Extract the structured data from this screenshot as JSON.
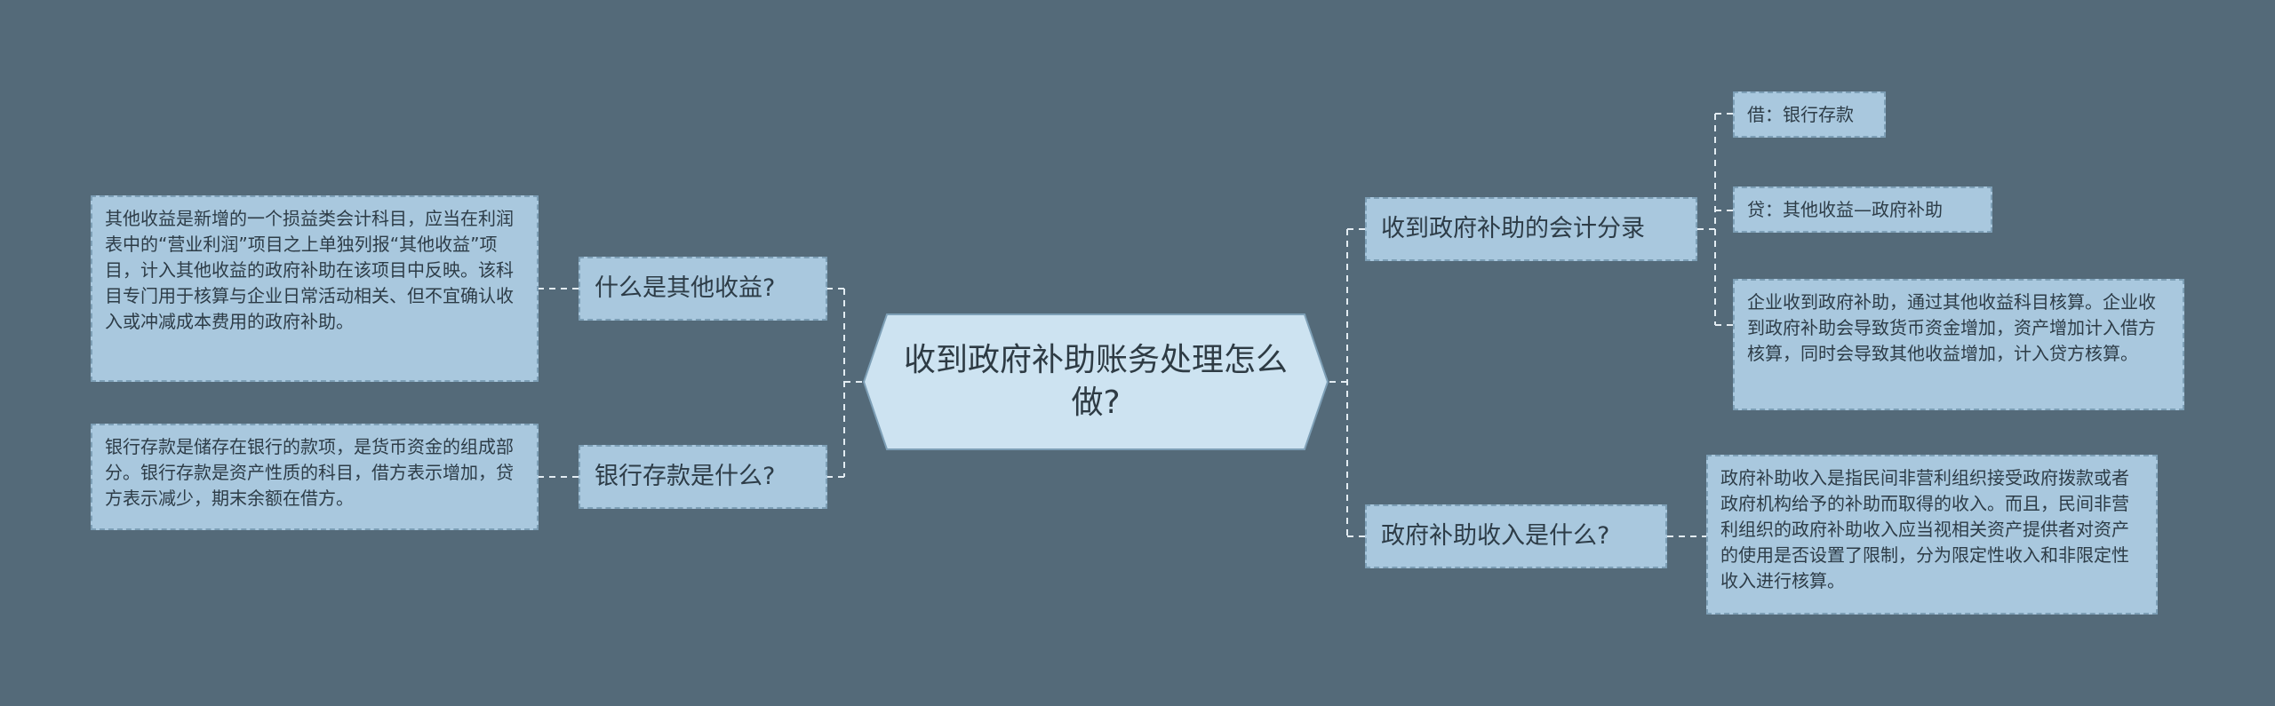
{
  "center": {
    "title": "收到政府补助账务处理怎么做?"
  },
  "left": [
    {
      "topic": "什么是其他收益?",
      "detail": "其他收益是新增的一个损益类会计科目，应当在利润表中的“营业利润”项目之上单独列报“其他收益”项目，计入其他收益的政府补助在该项目中反映。该科目专门用于核算与企业日常活动相关、但不宜确认收入或冲减成本费用的政府补助。"
    },
    {
      "topic": "银行存款是什么?",
      "detail": "银行存款是储存在银行的款项，是货币资金的组成部分。银行存款是资产性质的科目，借方表示增加，贷方表示减少，期末余额在借方。"
    }
  ],
  "right": [
    {
      "topic": "收到政府补助的会计分录",
      "children": [
        "借：银行存款",
        "贷：其他收益—政府补助",
        "企业收到政府补助，通过其他收益科目核算。企业收到政府补助会导致货币资金增加，资产增加计入借方核算，同时会导致其他收益增加，计入贷方核算。"
      ]
    },
    {
      "topic": "政府补助收入是什么?",
      "detail": "政府补助收入是指民间非营利组织接受政府拨款或者政府机构给予的补助而取得的收入。而且，民间非营利组织的政府补助收入应当视相关资产提供者对资产的使用是否设置了限制，分为限定性收入和非限定性收入进行核算。"
    }
  ],
  "colors": {
    "background": "#546a79",
    "node_fill": "#a9c8de",
    "node_border": "#7d9fb6",
    "center_fill": "#cde3f1",
    "connector": "#e3ecf2"
  }
}
